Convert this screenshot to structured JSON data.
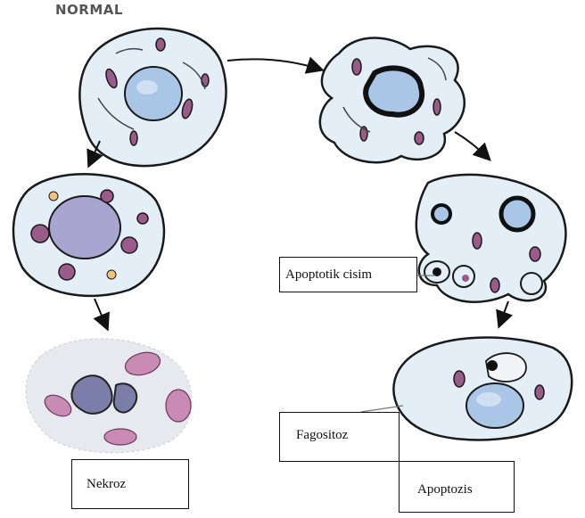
{
  "diagram": {
    "title": "NORMAL",
    "labels": {
      "apoptotic_body": "Apoptotik cisim",
      "phagocytosis": "Fagositoz",
      "necrosis": "Nekroz",
      "apoptosis": "Apoptozis"
    },
    "colors": {
      "cytoplasm": "#e3eef6",
      "nucleus": "#a9c6e6",
      "necrotic_nucleus": "#a8a6d0",
      "mitochondria": "#9a5a8a",
      "outline": "#1a1a1a"
    }
  }
}
